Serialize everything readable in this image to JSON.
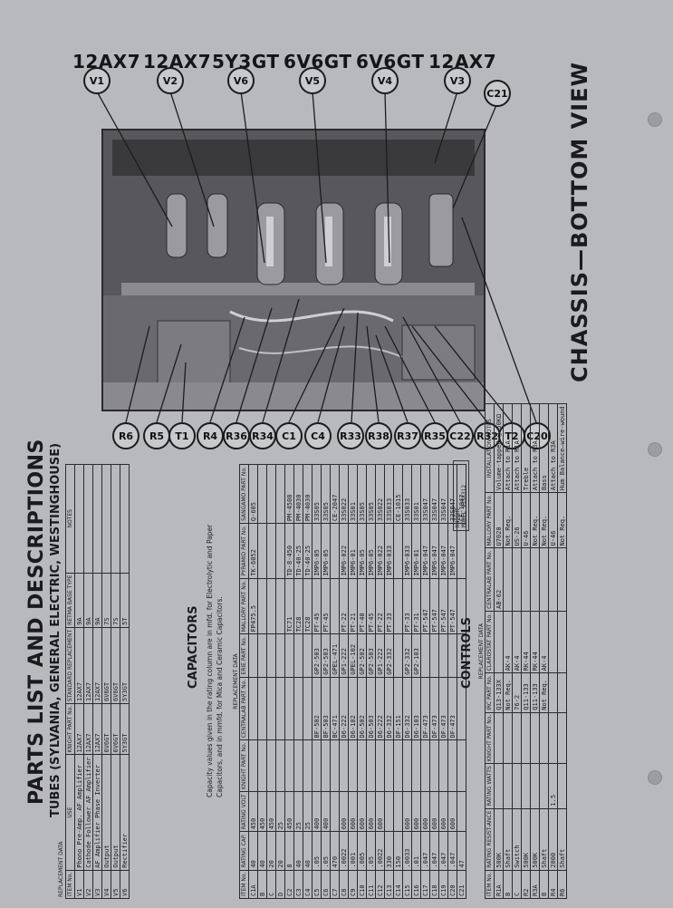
{
  "tube_labels": [
    "12AX7",
    "12AX7",
    "5Y3GT",
    "6V6GT",
    "6V6GT",
    "12AX7"
  ],
  "top_callouts": [
    "V1",
    "V2",
    "V6",
    "V5",
    "V4",
    "V3",
    "C21"
  ],
  "bottom_callouts": [
    "R6",
    "R5",
    "T1",
    "R4",
    "R36",
    "R34",
    "C1",
    "C4",
    "R33",
    "R38",
    "R37",
    "R35",
    "C22",
    "R32",
    "T2",
    "C20"
  ],
  "chassis_title": "CHASSIS—BOTTOM VIEW",
  "model_box": [
    "KNIGHT",
    "MODEL 93SX312"
  ],
  "parts_title": "PARTS LIST AND DESCRIPTIONS",
  "tubes_heading": "TUBES (SYLVANIA, GENERAL ELECTRIC, WESTINGHOUSE)",
  "tubes_table": {
    "group_header": "REPLACEMENT DATA",
    "headers": [
      "ITEM No.",
      "USE",
      "KNIGHT PART No.",
      "STANDARD REPLACEMENT",
      "RETMA BASE TYPE",
      "NOTES"
    ],
    "rows": [
      [
        "V1",
        "Phono Pre-Amp. AF Amplifier",
        "12AX7",
        "12AX7",
        "9A",
        ""
      ],
      [
        "V2",
        "Cathode Follower AF Amplifier",
        "12AX7",
        "12AX7",
        "9A",
        ""
      ],
      [
        "V3",
        "AF Amplifier Phase Inverter",
        "12AX7",
        "12AX7",
        "9A",
        ""
      ],
      [
        "V4",
        "Output",
        "6V6GT",
        "6V6GT",
        "7S",
        ""
      ],
      [
        "V5",
        "Output",
        "6V6GT",
        "6V6GT",
        "7S",
        ""
      ],
      [
        "V6",
        "Rectifier",
        "5Y3GT",
        "5Y3GT",
        "5T",
        ""
      ]
    ]
  },
  "capacitors_heading": "CAPACITORS",
  "capacitors_note": "Capacity values given in the rating column are in mfd. for Electrolytic and Paper Capacitors, and in mmfd. for Mica and Ceramic Capacitors.",
  "capacitors_table": {
    "group_header": "REPLACEMENT DATA",
    "headers": [
      "ITEM No.",
      "RATING CAP.",
      "RATING VOLT",
      "KNIGHT PART No.",
      "CENTRALAB PART No.",
      "ERIE PART No.",
      "MALLORY PART No.",
      "PYRAMID PART No.",
      "SANGAMO PART No."
    ],
    "rows": [
      [
        "C1A",
        "40",
        "450",
        "",
        "",
        "",
        "FP475.5",
        "TK-6052",
        "Q-605"
      ],
      [
        "B",
        "40",
        "450",
        "",
        "",
        "",
        "",
        "",
        ""
      ],
      [
        "C",
        "20",
        "450",
        "",
        "",
        "",
        "",
        "",
        ""
      ],
      [
        "D",
        "20",
        "25",
        "",
        "",
        "",
        "",
        "",
        ""
      ],
      [
        "C2",
        "8",
        "450",
        "",
        "",
        "",
        "TC71",
        "TD-8-450",
        "PM-4508"
      ],
      [
        "C3",
        "40",
        "25",
        "",
        "",
        "",
        "TC28",
        "TD-40-25",
        "PM-4030"
      ],
      [
        "C4",
        "40",
        "25",
        "",
        "",
        "",
        "TC28",
        "TD-40-25",
        "PM-4030"
      ],
      [
        "C5",
        ".05",
        "400",
        "",
        "BF-502",
        "GP2-503",
        "PT-45",
        "IMP6-05",
        "33S05"
      ],
      [
        "C6",
        ".05",
        "400",
        "",
        "BF-503",
        "GP2-503",
        "PT-45",
        "IMP6-05",
        "33S05"
      ],
      [
        "C7",
        "470",
        "",
        "",
        "BC-471",
        "GPEL-471",
        "",
        "",
        "CE-2047"
      ],
      [
        "C8",
        ".0022",
        "600",
        "",
        "D6-222",
        "GP1-222",
        "PT-22",
        "IMP6-022",
        "33S022"
      ],
      [
        "C9",
        ".001",
        "600",
        "",
        "D6-102",
        "GPEL-102",
        "PT-21",
        "IMP6-01",
        "33S01"
      ],
      [
        "C10",
        ".005",
        "600",
        "",
        "D6-502",
        "GP2-502",
        "PT-40",
        "IMP6-05",
        "33S05"
      ],
      [
        "C11",
        ".05",
        "600",
        "",
        "D6-503",
        "GP2-503",
        "PT-45",
        "IMP6-05",
        "33S05"
      ],
      [
        "C12",
        ".0022",
        "600",
        "",
        "D6-222",
        "GP1-222",
        "PT-22",
        "IMP6-022",
        "33S022"
      ],
      [
        "C13",
        "330",
        "",
        "",
        "D6-332",
        "GP2-332",
        "PT-33",
        "IMP6-033",
        "33S033"
      ],
      [
        "C14",
        "150",
        "",
        "",
        "DF-151",
        "",
        "",
        "",
        "CE-1015"
      ],
      [
        "C15",
        ".0033",
        "600",
        "",
        "D6-332",
        "GP2-332",
        "PT-33",
        "IMP6-033",
        "33S033"
      ],
      [
        "C16",
        ".01",
        "600",
        "",
        "D6-103",
        "GP2-103",
        "PT-31",
        "IMP6-01",
        "33S01"
      ],
      [
        "C17",
        ".047",
        "600",
        "",
        "DF-473",
        "",
        "PT-547",
        "IMP6-047",
        "33S047"
      ],
      [
        "C18",
        ".047",
        "600",
        "",
        "DF-473",
        "",
        "PT-547",
        "IMP6-047",
        "33S047"
      ],
      [
        "C19",
        ".047",
        "600",
        "",
        "DF-473",
        "",
        "PT-547",
        "IMP6-047",
        "33S047"
      ],
      [
        "C20",
        ".047",
        "600",
        "",
        "DF-473",
        "",
        "PT-547",
        "IMP6-047",
        "33S047"
      ],
      [
        "C21",
        "47",
        "",
        "",
        "",
        "",
        "",
        "",
        "CE-1047"
      ]
    ]
  },
  "controls_heading": "CONTROLS",
  "controls_table": {
    "group_header": "REPLACEMENT DATA",
    "headers": [
      "ITEM No.",
      "RATING RESIST-ANCE",
      "RATING WATTS",
      "KNIGHT PART No.",
      "IRC PART No.",
      "CLAROSTAT PART No.",
      "CENTRALAB PART No.",
      "MALLORY PART No.",
      "INSTALLATION NOTES"
    ],
    "rows": [
      [
        "R1A",
        "500K",
        "",
        "",
        "Q13-133X",
        "",
        "AB-62",
        "U7020",
        "Volume-tapped @ 50KΩ"
      ],
      [
        "B",
        "Shaft",
        "",
        "",
        "Not Req.",
        "AK-4",
        "",
        "Not Req.",
        "Attach to R1A"
      ],
      [
        "C",
        "Switch",
        "",
        "",
        "76-2",
        "AK-4",
        "",
        "US-26",
        "Attach to R1A"
      ],
      [
        "R2",
        "500K",
        "",
        "",
        "Q11-133",
        "RK-44",
        "",
        "U-46",
        "Treble"
      ],
      [
        "R3A",
        "500K",
        "",
        "",
        "Q11-133",
        "RK-44",
        "",
        "Not Req.",
        "Attach to R3A"
      ],
      [
        "B",
        "Shaft",
        "",
        "",
        "Not Req.",
        "AK-4",
        "",
        "Not Req.",
        "Bass"
      ],
      [
        "R4",
        "2000",
        "1.5",
        "",
        "",
        "",
        "",
        "U-46",
        "Attach to R3A"
      ],
      [
        "R6",
        "Shaft",
        "",
        "",
        "",
        "",
        "",
        "Not Req.",
        "Hum Balance—wire-wound"
      ]
    ]
  }
}
